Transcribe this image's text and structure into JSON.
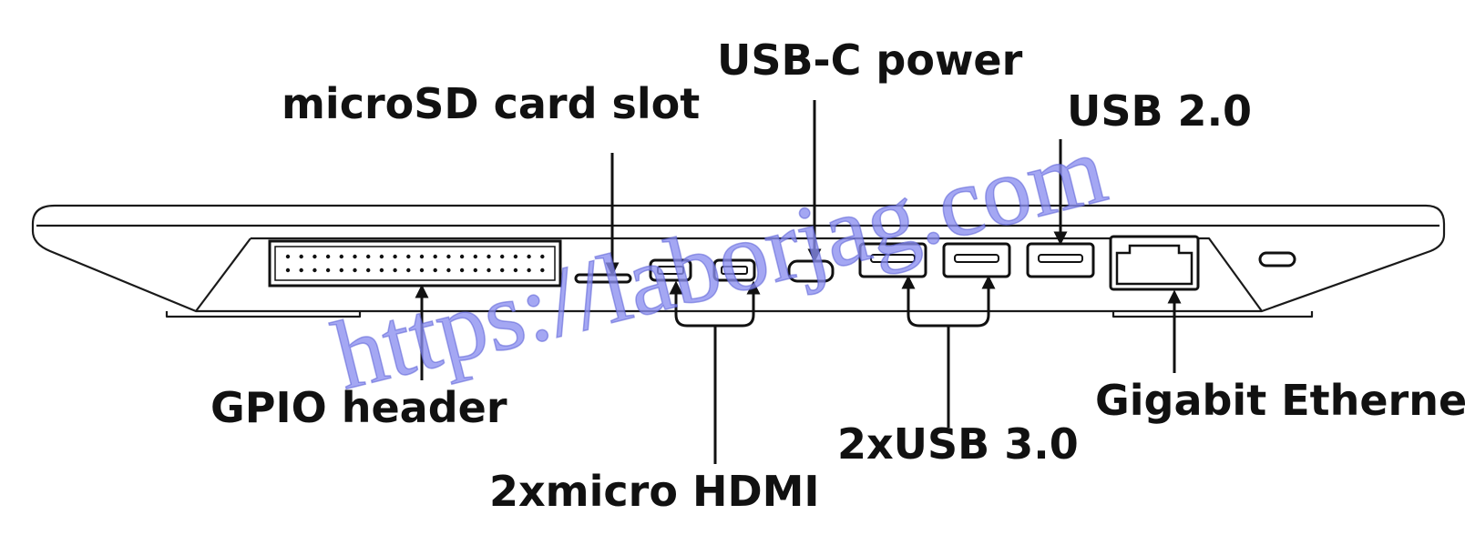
{
  "labels": {
    "microsd": "microSD card slot",
    "usbc": "USB-C power",
    "usb2": "USB 2.0",
    "gpio": "GPIO header",
    "hdmi": "2xmicro HDMI",
    "usb3": "2xUSB 3.0",
    "ethernet": "Gigabit Ethernet"
  },
  "watermark": "https://laborjag.com",
  "colors": {
    "ink": "#111111",
    "watermark": "#8a8ef0",
    "background": "#ffffff"
  }
}
